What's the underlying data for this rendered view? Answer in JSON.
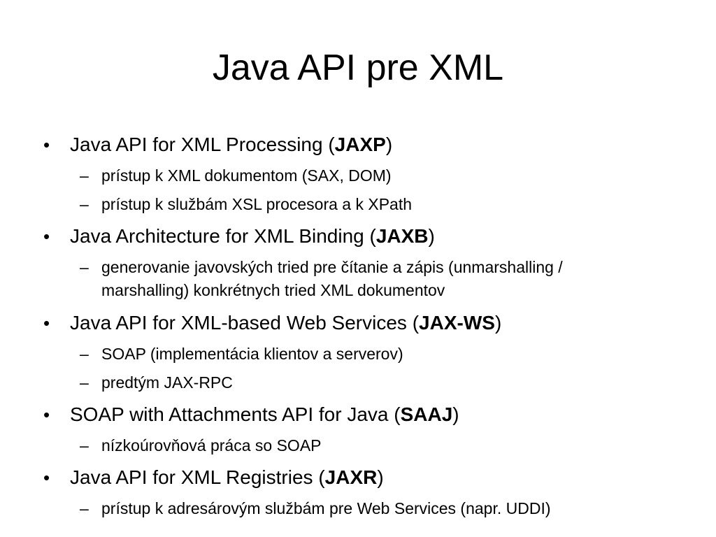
{
  "slide": {
    "title": "Java API pre XML",
    "items": [
      {
        "pre": "Java API for XML Processing (",
        "bold": "JAXP",
        "post": ")",
        "subitems": [
          {
            "text": "prístup k XML dokumentom (SAX, DOM)"
          },
          {
            "text": "prístup k službám XSL procesora a k XPath"
          }
        ]
      },
      {
        "pre": "Java Architecture for XML Binding (",
        "bold": "JAXB",
        "post": ")",
        "subitems": [
          {
            "text": "generovanie javovských tried pre čítanie a zápis (unmarshalling /",
            "text_cont": "marshalling) konkrétnych tried XML dokumentov"
          }
        ]
      },
      {
        "pre": "Java API for XML-based Web Services (",
        "bold": "JAX-WS",
        "post": ")",
        "subitems": [
          {
            "text": "SOAP (implementácia klientov a serverov)"
          },
          {
            "text": "predtým JAX-RPC"
          }
        ]
      },
      {
        "pre": "SOAP with Attachments API for Java (",
        "bold": "SAAJ",
        "post": ")",
        "subitems": [
          {
            "text": "nízkoúrovňová práca so SOAP"
          }
        ]
      },
      {
        "pre": "Java API for XML Registries (",
        "bold": "JAXR",
        "post": ")",
        "subitems": [
          {
            "text": "prístup k adresárovým službám pre Web Services (napr. UDDI)"
          }
        ]
      }
    ],
    "bullet_glyph": "•",
    "dash_glyph": "–"
  }
}
